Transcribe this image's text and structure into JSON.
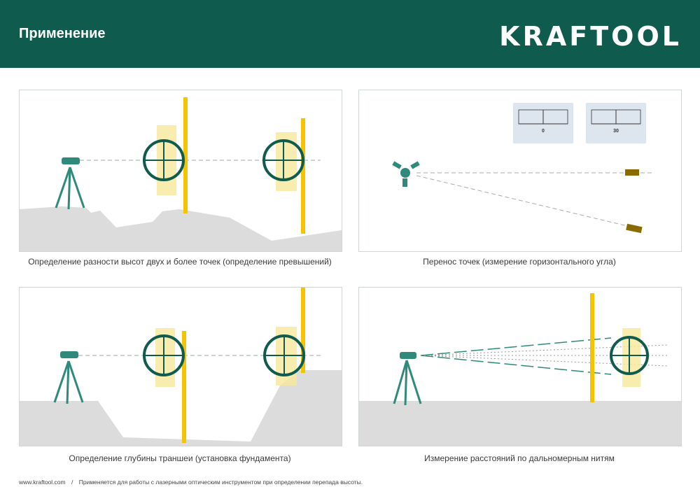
{
  "header": {
    "title": "Применение",
    "brand": "KRAFTOOL"
  },
  "panels": [
    {
      "caption": "Определение разности высот двух и более точек (определение превышений)"
    },
    {
      "caption": "Перенос точек (измерение горизонтального угла)",
      "scales": [
        {
          "value": "0"
        },
        {
          "value": "30"
        }
      ]
    },
    {
      "caption": "Определение глубины траншеи (установка фундамента)"
    },
    {
      "caption": "Измерение расстояний по дальномерным нитям"
    }
  ],
  "footer": {
    "site": "www.kraftool.com",
    "separator": "/",
    "text": "Применяется для работы с лазерными оптическим инструментом при определении перепада высоты."
  },
  "colors": {
    "brand": "#0f5b4d",
    "ground": "#dcdcdc",
    "staff": "#f5c400",
    "glow": "#f6e79a"
  }
}
